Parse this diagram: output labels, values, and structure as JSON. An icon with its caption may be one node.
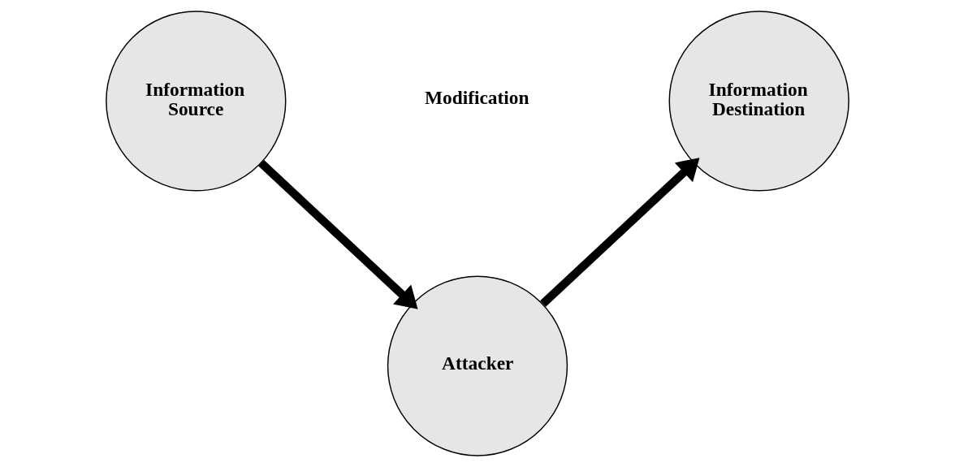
{
  "diagram": {
    "nodes": [
      {
        "text": [
          "Information Source"
        ]
      },
      {
        "text": [
          "Attacker"
        ]
      },
      {
        "text": [
          "Information Destination"
        ]
      }
    ],
    "edges": [
      {
        "from": 0,
        "to": 1,
        "arrow": "to"
      },
      {
        "from": 1,
        "to": 2,
        "arrow": "to"
      }
    ],
    "labels": [
      "Modification"
    ]
  }
}
